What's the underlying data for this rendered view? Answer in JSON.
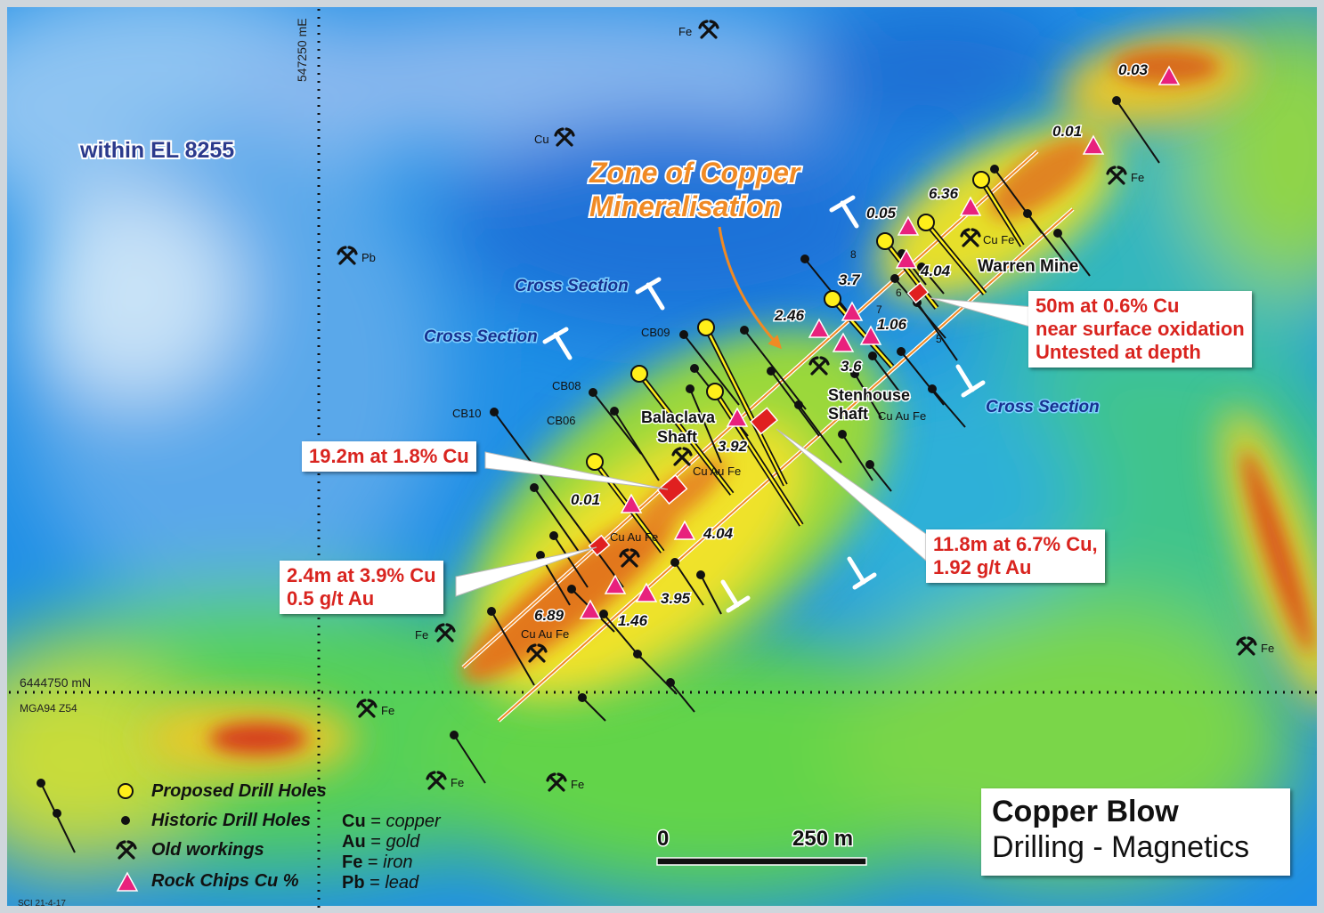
{
  "region_label": "within EL 8255",
  "grid": {
    "easting_label": "547250 mE",
    "northing_label": "6444750 mN",
    "datum_label": "MGA94 Z54"
  },
  "zone_label": [
    "Zone of Copper",
    "Mineralisation"
  ],
  "cross_section_labels": [
    "Cross Section",
    "Cross Section",
    "Cross Section"
  ],
  "callouts": [
    {
      "lines": [
        "50m at 0.6% Cu",
        "near surface oxidation",
        "Untested at depth"
      ]
    },
    {
      "lines": [
        "19.2m at 1.8% Cu"
      ]
    },
    {
      "lines": [
        "11.8m at 6.7% Cu,",
        "1.92 g/t Au"
      ]
    },
    {
      "lines": [
        "2.4m at 3.9% Cu",
        "0.5 g/t Au"
      ]
    }
  ],
  "place_labels": {
    "warren_mine": "Warren Mine",
    "stenhouse": [
      "Stenhouse",
      "Shaft"
    ],
    "balaclava": [
      "Balaclava",
      "Shaft"
    ]
  },
  "hole_ids": [
    "CB09",
    "CB08",
    "CB10",
    "CB06",
    "8",
    "7",
    "6",
    "5"
  ],
  "rock_chip_values": [
    "0.03",
    "0.01",
    "6.36",
    "0.05",
    "4.04",
    "3.7",
    "2.46",
    "1.06",
    "3.6",
    "3.92",
    "0.01",
    "4.04",
    "3.95",
    "6.89",
    "1.46"
  ],
  "workings_labels": [
    "Fe",
    "Cu",
    "Pb",
    "Fe",
    "Cu Fe",
    "Cu Au Fe",
    "Cu Au Fe",
    "Cu Au Fe",
    "Cu Au Fe",
    "Fe",
    "Fe",
    "Fe",
    "Fe",
    "Fe"
  ],
  "legend": {
    "items": [
      "Proposed Drill Holes",
      "Historic Drill Holes",
      "Old workings",
      "Rock Chips Cu %"
    ],
    "abbreviations": [
      {
        "code": "Cu",
        "meaning": "copper"
      },
      {
        "code": "Au",
        "meaning": "gold"
      },
      {
        "code": "Fe",
        "meaning": "iron"
      },
      {
        "code": "Pb",
        "meaning": "lead"
      }
    ]
  },
  "scale_bar": {
    "start": "0",
    "end": "250 m"
  },
  "title": {
    "line1": "Copper Blow",
    "line2": "Drilling - Magnetics"
  },
  "footer_code": "SCI 21-4-17",
  "colors": {
    "callout_text": "#d9241f",
    "rock_chip": "#e8217d",
    "proposed_hole": "#ffef1a",
    "zone_label": "#f08a24",
    "cross_section_label": "#17308f"
  }
}
